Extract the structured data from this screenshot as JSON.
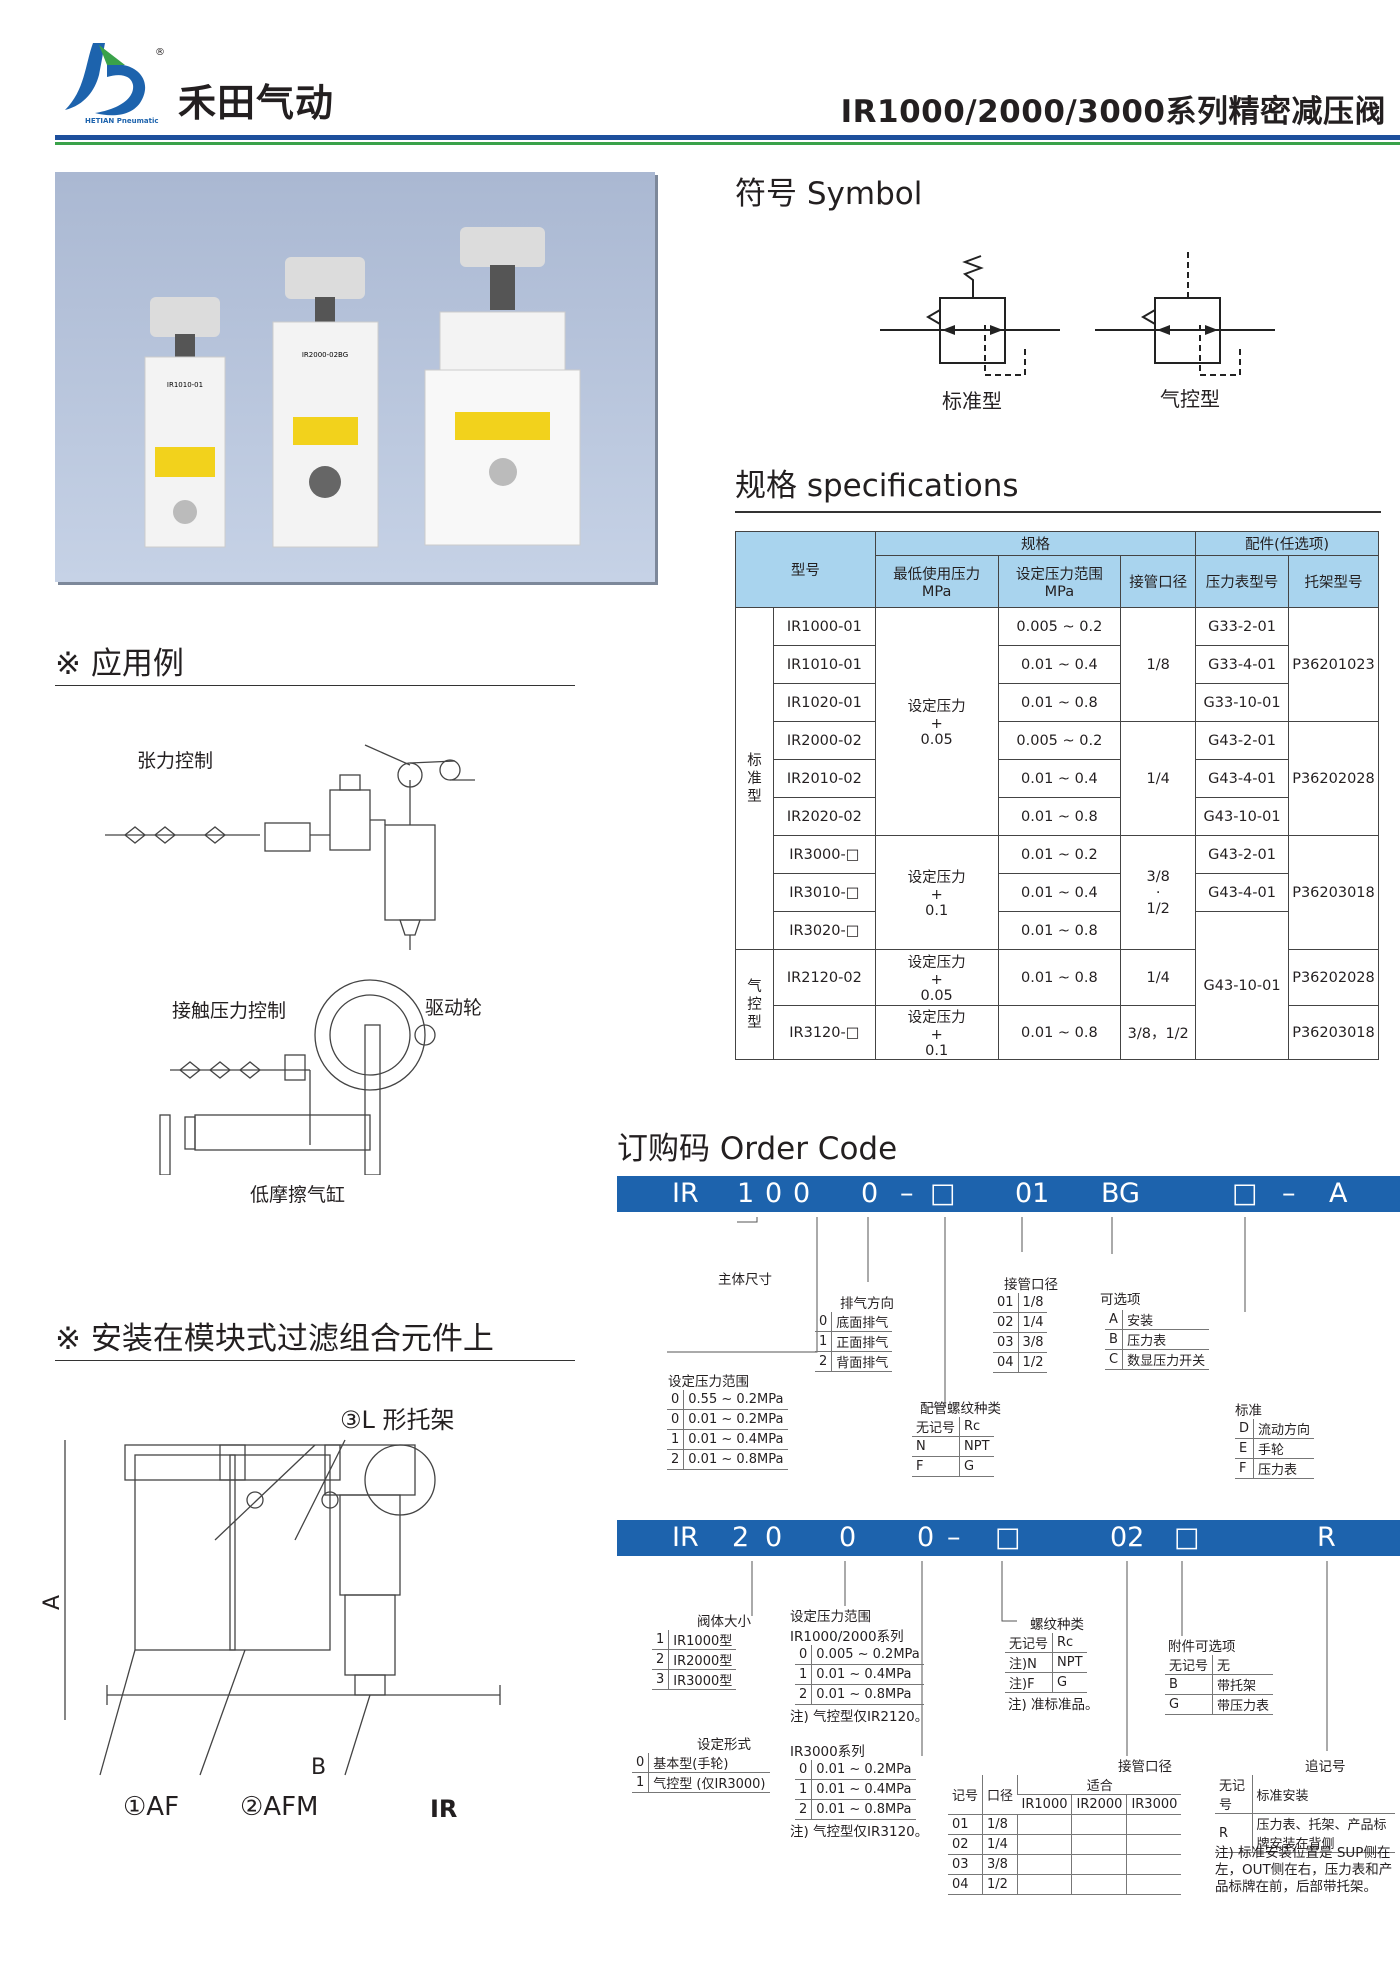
{
  "header": {
    "brand_cn": "禾田气动",
    "brand_en": "HETIAN Pneumatic",
    "reg": "®",
    "title": "IR1000/2000/3000系列精密减压阀"
  },
  "photo": {
    "labels": [
      "IR1010-01",
      "IR2000-02BG"
    ]
  },
  "symbol": {
    "heading": "符号 Symbol",
    "standard": "标准型",
    "pilot": "气控型"
  },
  "specs": {
    "heading": "规格 specifications",
    "col_model": "型号",
    "group_spec": "规格",
    "group_acc": "配件(任选项)",
    "col_min_l1": "最低使用压力",
    "col_min_l2": "MPa",
    "col_range_l1": "设定压力范围",
    "col_range_l2": "MPa",
    "col_port": "接管口径",
    "col_gauge": "压力表型号",
    "col_bracket": "托架型号",
    "group_std": "标准型",
    "group_pilot": "气控型",
    "rows": [
      {
        "model": "IR1000-01",
        "range": "0.005 ~ 0.2",
        "gauge": "G33-2-01"
      },
      {
        "model": "IR1010-01",
        "range": "0.01 ~ 0.4",
        "gauge": "G33-4-01"
      },
      {
        "model": "IR1020-01",
        "range": "0.01 ~ 0.8",
        "gauge": "G33-10-01"
      },
      {
        "model": "IR2000-02",
        "range": "0.005 ~ 0.2",
        "gauge": "G43-2-01"
      },
      {
        "model": "IR2010-02",
        "range": "0.01 ~ 0.4",
        "gauge": "G43-4-01"
      },
      {
        "model": "IR2020-02",
        "range": "0.01 ~ 0.8",
        "gauge": "G43-10-01"
      },
      {
        "model": "IR3000-□",
        "range": "0.01 ~ 0.2",
        "gauge": "G43-2-01"
      },
      {
        "model": "IR3010-□",
        "range": "0.01 ~ 0.4",
        "gauge": "G43-4-01"
      },
      {
        "model": "IR3020-□",
        "range": "0.01 ~ 0.8",
        "gauge": ""
      },
      {
        "model": "IR2120-02",
        "range": "0.01 ~ 0.8",
        "gauge": "G43-10-01"
      },
      {
        "model": "IR3120-□",
        "range": "0.01 ~ 0.8",
        "gauge": ""
      }
    ],
    "minp_a": [
      "设定压力",
      "+",
      "0.05"
    ],
    "minp_b": [
      "设定压力",
      "+",
      "0.1"
    ],
    "minp_c": [
      "设定压力",
      "+",
      "0.05"
    ],
    "minp_d": [
      "设定压力",
      "+",
      "0.1"
    ],
    "port_1": "1/8",
    "port_2": "1/4",
    "port_3a": "3/8",
    "port_3b": "1/2",
    "port_4": "1/4",
    "port_5": "3/8，1/2",
    "bracket_1": "P36201023",
    "bracket_2": "P36202028",
    "bracket_3": "P36203018",
    "bracket_4": "P36202028",
    "bracket_5": "P36203018"
  },
  "app": {
    "heading": "※ 应用例",
    "tension": "张力控制",
    "contact": "接触压力控制",
    "drive": "驱动轮",
    "cylinder": "低摩擦气缸"
  },
  "module": {
    "heading": "※ 安装在模块式过滤组合元件上",
    "bracket": "③L 形托架",
    "dim_a": "A",
    "dim_b": "B",
    "af": "①AF",
    "afm": "②AFM",
    "ir": "IR"
  },
  "order": {
    "heading": "订购码 Order Code",
    "bar1": [
      "IR",
      "1",
      "0",
      "0",
      "0",
      "–",
      "□",
      "01",
      "BG",
      "□",
      "–",
      "A"
    ],
    "size_label": "主体尺寸",
    "exhaust_title": "排气方向",
    "exhaust": [
      [
        "0",
        "底面排气"
      ],
      [
        "1",
        "正面排气"
      ],
      [
        "2",
        "背面排气"
      ]
    ],
    "port_title": "接管口径",
    "ports": [
      [
        "01",
        "1/8"
      ],
      [
        "02",
        "1/4"
      ],
      [
        "03",
        "3/8"
      ],
      [
        "04",
        "1/2"
      ]
    ],
    "opt_title": "可选项",
    "opts": [
      [
        "A",
        "安装"
      ],
      [
        "B",
        "压力表"
      ],
      [
        "C",
        "数显压力开关"
      ]
    ],
    "range_title": "设定压力范围",
    "ranges": [
      [
        "0",
        "0.55 ~ 0.2MPa"
      ],
      [
        "0",
        "0.01 ~ 0.2MPa"
      ],
      [
        "1",
        "0.01 ~ 0.4MPa"
      ],
      [
        "2",
        "0.01 ~ 0.8MPa"
      ]
    ],
    "thread_title": "配管螺纹种类",
    "threads": [
      [
        "无记号",
        "Rc"
      ],
      [
        "N",
        "NPT"
      ],
      [
        "F",
        "G"
      ]
    ],
    "std_title": "标准",
    "stds": [
      [
        "D",
        "流动方向"
      ],
      [
        "E",
        "手轮"
      ],
      [
        "F",
        "压力表"
      ]
    ],
    "bar2": [
      "IR",
      "2",
      "0",
      "0",
      "0",
      "–",
      "□",
      "02",
      "□",
      "R"
    ],
    "body_title": "阀体大小",
    "bodies": [
      [
        "1",
        "IR1000型"
      ],
      [
        "2",
        "IR2000型"
      ],
      [
        "3",
        "IR3000型"
      ]
    ],
    "range2_title": "设定压力范围",
    "range2_sub": "IR1000/2000系列",
    "ranges2": [
      [
        "0",
        "0.005 ~ 0.2MPa"
      ],
      [
        "1",
        "0.01 ~ 0.4MPa"
      ],
      [
        "2",
        "0.01 ~ 0.8MPa"
      ]
    ],
    "range2_note": "注) 气控型仅IR2120。",
    "thread2_title": "螺纹种类",
    "threads2": [
      [
        "无记号",
        "Rc"
      ],
      [
        "注)N",
        "NPT"
      ],
      [
        "注)F",
        "G"
      ]
    ],
    "thread2_note": "注) 准标准品。",
    "acc_title": "附件可选项",
    "accs": [
      [
        "无记号",
        "无"
      ],
      [
        "B",
        "带托架"
      ],
      [
        "G",
        "带压力表"
      ]
    ],
    "mode_title": "设定形式",
    "modes": [
      [
        "0",
        "基本型(手轮)"
      ],
      [
        "1",
        "气控型 (仅IR3000)"
      ]
    ],
    "range3_sub": "IR3000系列",
    "ranges3": [
      [
        "0",
        "0.01 ~ 0.2MPa"
      ],
      [
        "1",
        "0.01 ~ 0.4MPa"
      ],
      [
        "2",
        "0.01 ~ 0.8MPa"
      ]
    ],
    "range3_note": "注) 气控型仅IR3120。",
    "port2_title": "接管口径",
    "port2_h": [
      "记号",
      "口径",
      "适合"
    ],
    "port2_sub": [
      "IR1000",
      "IR2000",
      "IR3000"
    ],
    "ports2": [
      [
        "01",
        "1/8"
      ],
      [
        "02",
        "1/4"
      ],
      [
        "03",
        "3/8"
      ],
      [
        "04",
        "1/2"
      ]
    ],
    "add_title": "追记号",
    "adds": [
      [
        "无记号",
        "标准安装"
      ],
      [
        "R",
        "压力表、托架、产品标牌安装在背侧"
      ]
    ],
    "add_note": "注) 标准安装位置是 SUP侧在左，OUT侧在右，压力表和产品标牌在前，后部带托架。"
  }
}
